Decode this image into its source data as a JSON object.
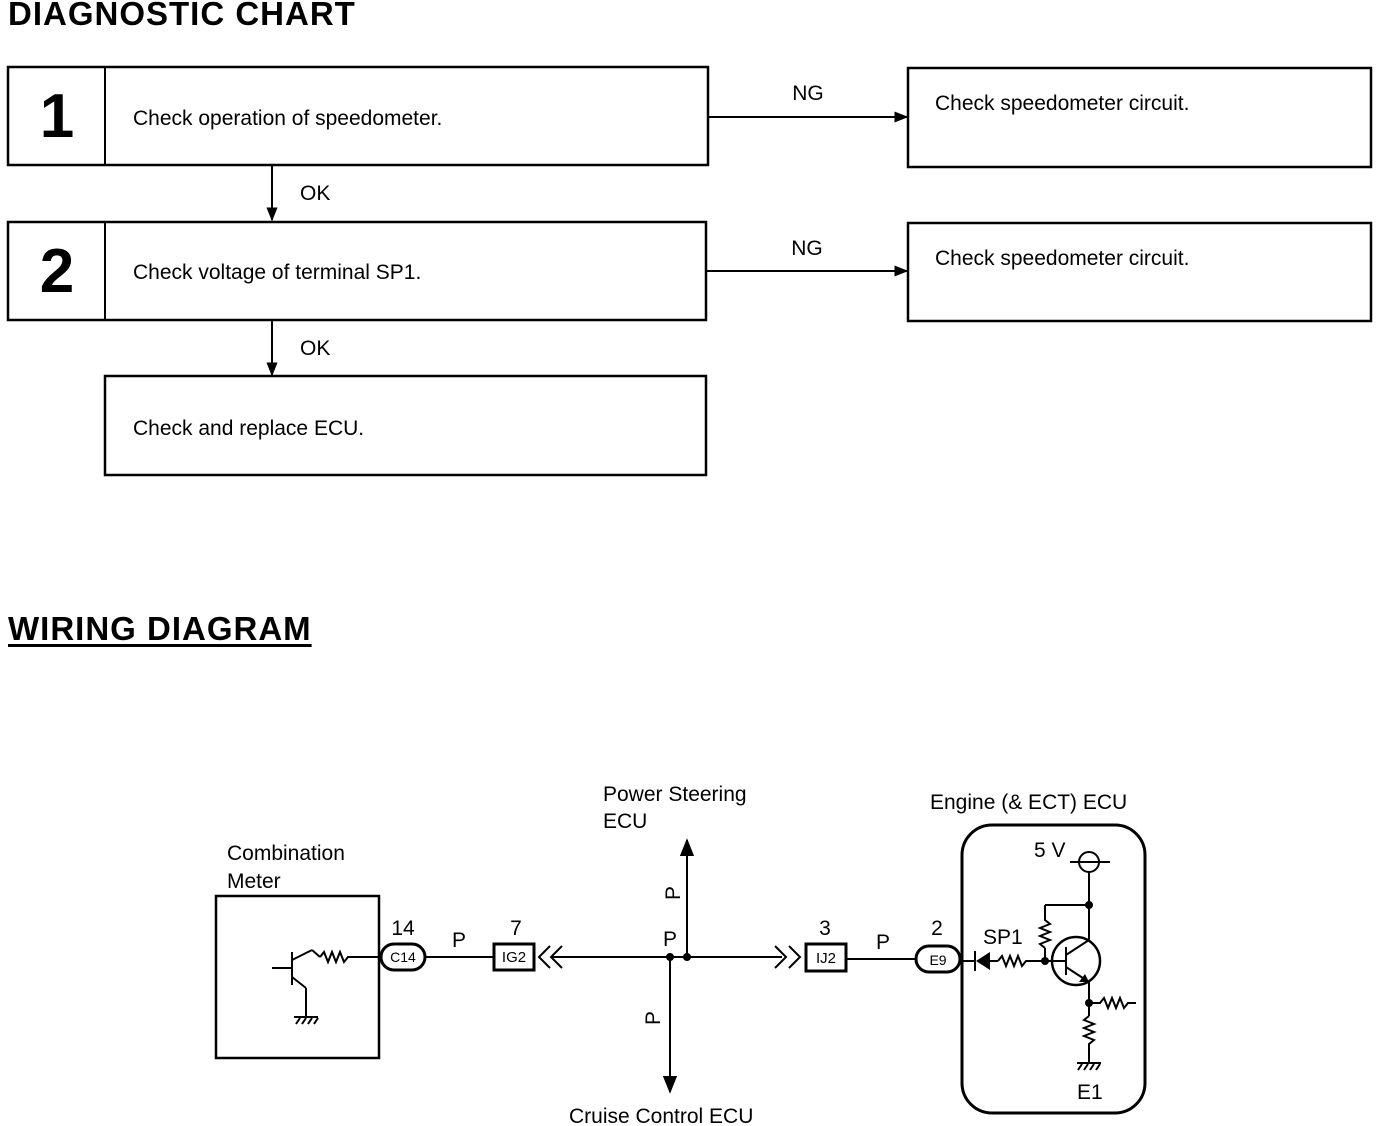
{
  "diagnostic_chart": {
    "title": "DIAGNOSTIC CHART",
    "steps": [
      {
        "number": "1",
        "text": "Check operation of speedometer.",
        "ng_label": "NG",
        "ng_result": "Check speedometer circuit.",
        "ok_label": "OK"
      },
      {
        "number": "2",
        "text": "Check voltage of terminal SP1.",
        "ng_label": "NG",
        "ng_result": "Check speedometer circuit.",
        "ok_label": "OK"
      }
    ],
    "final": "Check and replace ECU."
  },
  "wiring_diagram": {
    "title": "WIRING DIAGRAM",
    "combination_meter": {
      "line1": "Combination",
      "line2": "Meter"
    },
    "power_steering_ecu": {
      "line1": "Power Steering",
      "line2": "ECU"
    },
    "cruise_control_ecu": "Cruise Control ECU",
    "engine_ecu": "Engine (& ECT) ECU",
    "connectors": {
      "c14": {
        "pin": "14",
        "label": "C14"
      },
      "ig2": {
        "pin": "7",
        "label": "IG2"
      },
      "ij2": {
        "pin": "3",
        "label": "IJ2"
      },
      "e9": {
        "pin": "2",
        "label": "E9"
      }
    },
    "wire_color": "P",
    "voltage": "5 V",
    "terminal_sp1": "SP1",
    "terminal_e1": "E1"
  }
}
